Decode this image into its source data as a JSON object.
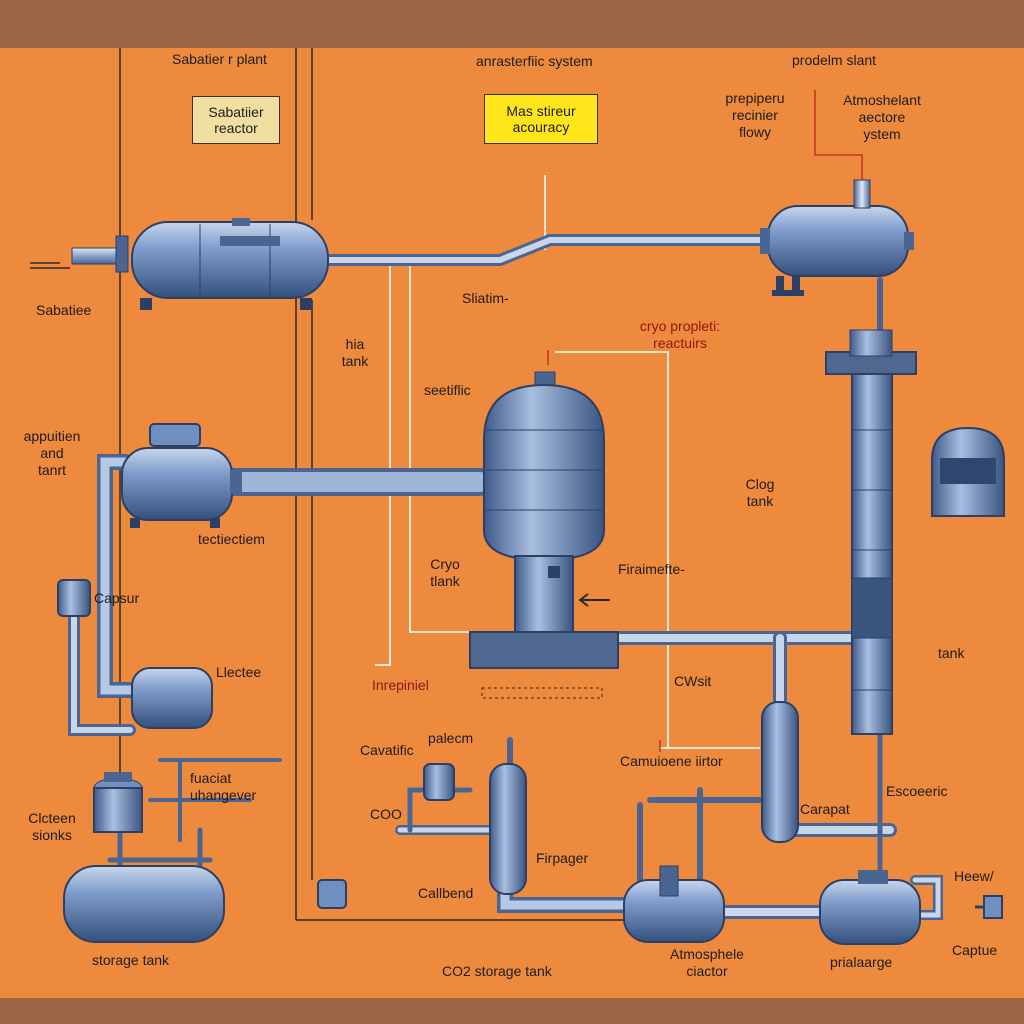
{
  "colors": {
    "background": "#ee8a3e",
    "frame": "#9a6543",
    "tank_body": "#6f8fc0",
    "tank_dark": "#3a5480",
    "pipe": "#8aa2c8",
    "line_red": "#c0392b",
    "line_white": "#f3e6d6"
  },
  "header": {
    "left_title": "Sabatier r plant",
    "center_title": "anrasterfiic system",
    "right_title": "prodelm slant"
  },
  "callouts": {
    "tan_box": "Sabatiier\nreactor",
    "yellow_box": "Mas stireur\nacouracy"
  },
  "labels": {
    "prepiperu": "prepiperu\nrecinier\nflowy",
    "atmosphelant": "Atmoshelant\naectore\nystem",
    "sabatiee": "Sabatiee",
    "hia_tank": "hia\ntank",
    "sieatim": "Sliatim-",
    "cryo_propleti": "cryo propleti:\nreactuirs",
    "setiffic": "seetiflic",
    "appuitien": "appuitien\nand\ntanrt",
    "clog_tank": "Clog\ntank",
    "tectiection": "tectiectiem",
    "cryo_tank": "Cryo\ntlank",
    "firaimefte": "Firaimefte-",
    "capsur": "Capsur",
    "lectee": "Llectee",
    "tank_right": "tank",
    "inrepiniel": "Inrepiniel",
    "cwsit": "CWsit",
    "palecm": "palecm",
    "cavatific": "Cavatific",
    "camuioene": "Camuioene iirtor",
    "fuaciat": "fuaciat\nuhangever",
    "escoeeric": "Escoeeric",
    "cleten": "Clcteen\nsionks",
    "coo": "COO",
    "caripat": "Carapat",
    "firpager": "Firpager",
    "heew": "Heew/",
    "callbend": "Callbend",
    "capture": "Captue",
    "storage_tank": "storage tank",
    "atmosphere_ciactor": "Atmosphele\nciactor",
    "prialaarge": "prialaarge",
    "co2_storage": "CO2  storage tank"
  },
  "components": [
    {
      "id": "sabatier-reactor-vessel",
      "kind": "horizontal-tank"
    },
    {
      "id": "top-right-reactor-vessel",
      "kind": "horizontal-tank"
    },
    {
      "id": "cryo-tank-vessel",
      "kind": "vertical-tank"
    },
    {
      "id": "distillation-column",
      "kind": "column"
    },
    {
      "id": "clog-tank-vessel",
      "kind": "dome-tank"
    },
    {
      "id": "storage-tank-vessel",
      "kind": "horizontal-tank"
    },
    {
      "id": "co2-storage-vessel",
      "kind": "horizontal-tank"
    },
    {
      "id": "atmosphere-reactor-vessel",
      "kind": "horizontal-tank"
    }
  ]
}
